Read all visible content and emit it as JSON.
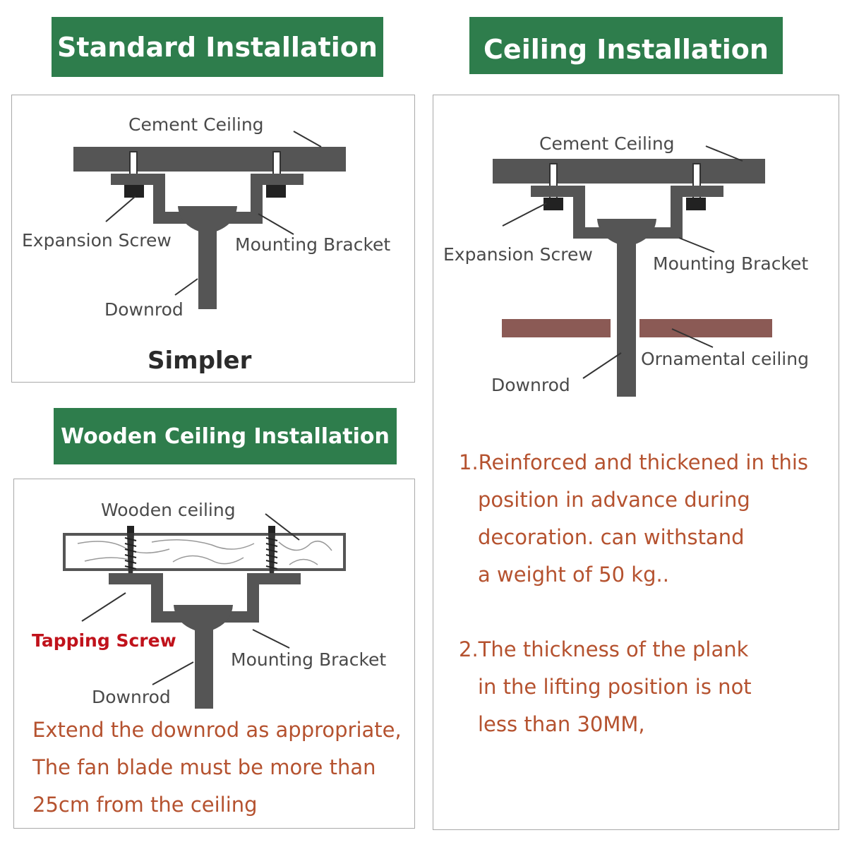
{
  "banners": {
    "standard": "Standard Installation",
    "ceiling": "Ceiling Installation",
    "wooden": "Wooden Ceiling Installation"
  },
  "standard_panel": {
    "cement_ceiling": "Cement Ceiling",
    "expansion_screw": "Expansion Screw",
    "mounting_bracket": "Mounting Bracket",
    "downrod": "Downrod",
    "caption": "Simpler"
  },
  "ceiling_panel": {
    "cement_ceiling": "Cement Ceiling",
    "expansion_screw": "Expansion Screw",
    "mounting_bracket": "Mounting Bracket",
    "ornamental_ceiling": "Ornamental ceiling",
    "downrod": "Downrod",
    "notes": {
      "note1_line1": "1.Reinforced and thickened in this",
      "note1_line2": "position in advance during",
      "note1_line3": "decoration. can withstand",
      "note1_line4": "a weight of 50 kg..",
      "note2_line1": "2.The thickness of the plank",
      "note2_line2": "in the lifting position is not",
      "note2_line3": "less than 30MM,"
    }
  },
  "wooden_panel": {
    "wooden_ceiling": "Wooden ceiling",
    "tapping_screw": "Tapping Screw",
    "mounting_bracket": "Mounting Bracket",
    "downrod": "Downrod",
    "note_line1": "Extend the downrod as appropriate,",
    "note_line2": "The fan blade must be more than",
    "note_line3": "25cm from the ceiling"
  },
  "colors": {
    "banner_green": "#2e7d4c",
    "structure_gray": "#555555",
    "ornamental_brown": "#8b5a55",
    "note_orange": "#b5522f",
    "tapping_red": "#c0121b"
  }
}
